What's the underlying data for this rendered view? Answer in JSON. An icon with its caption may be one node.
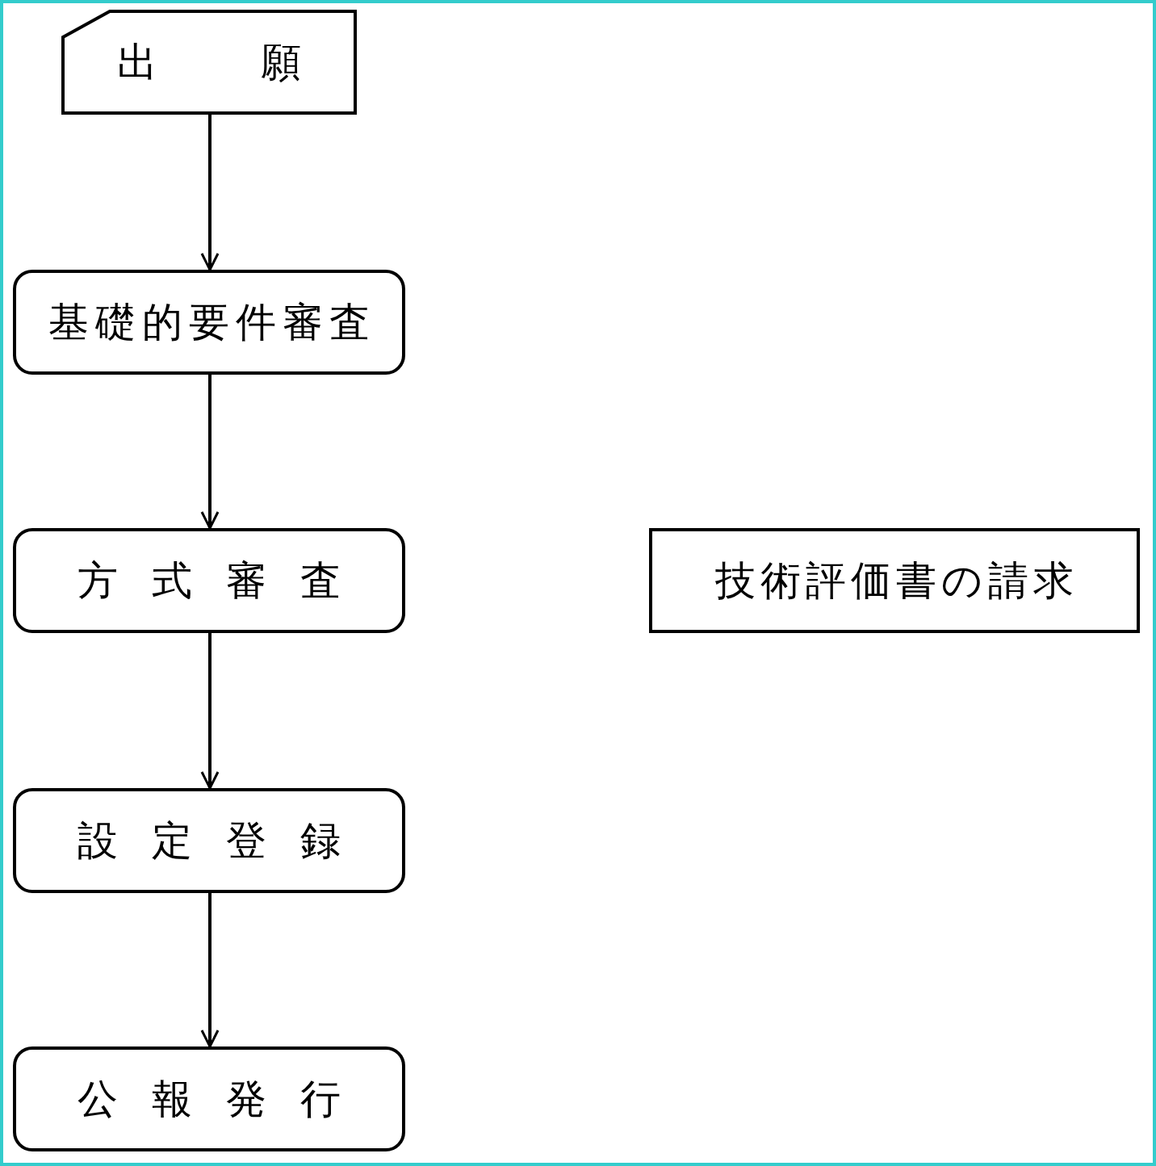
{
  "diagram": {
    "nodes": [
      {
        "text": [
          "出願"
        ]
      },
      {
        "text": [
          "基礎的要件審査"
        ]
      },
      {
        "text": [
          "方式審査"
        ]
      },
      {
        "text": [
          "設定登録"
        ]
      },
      {
        "text": [
          "公報発行"
        ]
      },
      {
        "text": [
          "技術評価書の請求"
        ]
      }
    ],
    "edges": [
      {
        "from": 0,
        "to": 1,
        "arrow": "to"
      },
      {
        "from": 1,
        "to": 2,
        "arrow": "to"
      },
      {
        "from": 2,
        "to": 3,
        "arrow": "to"
      },
      {
        "from": 3,
        "to": 4,
        "arrow": "to"
      }
    ]
  }
}
